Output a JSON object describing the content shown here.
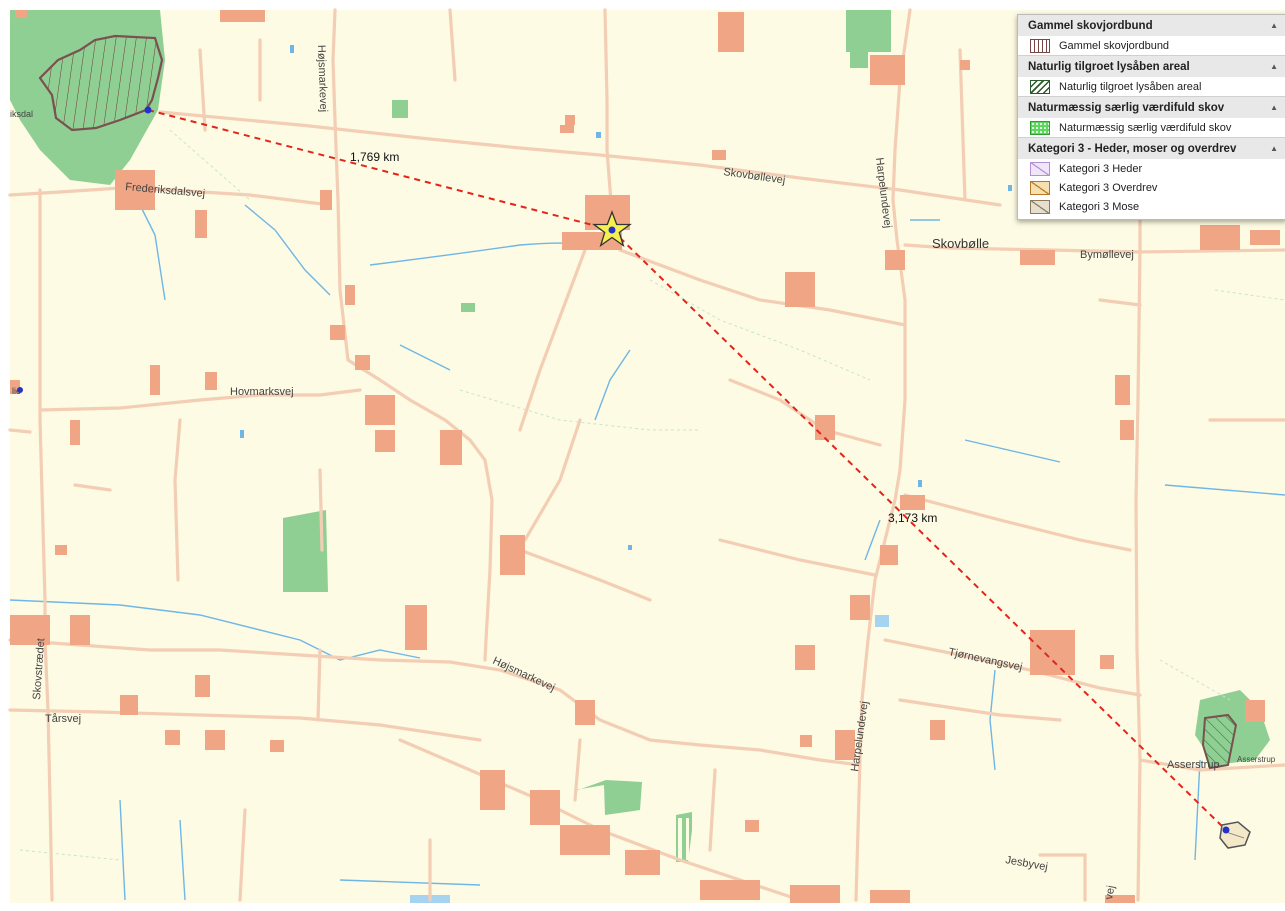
{
  "roads": {
    "hojsmarkevej_north": "Højsmarkevej",
    "skovbollevej": "Skovbøllevej",
    "frederiksdalsvej": "Frederiksdalsvej",
    "harpelundevej_north": "Harpelundevej",
    "bymollevej": "Bymøllevej",
    "hovmarksvej": "Hovmarksvej",
    "tjornevangsvej": "Tjørnevangsvej",
    "hojsmarkevej_south": "Højsmarkevej",
    "harpelundevej_south": "Harpelundevej",
    "skovstraedet": "Skovstrædet",
    "tarsvej": "Tårsvej",
    "jesbyvej": "Jesbyvej"
  },
  "places": {
    "skovbolle": "Skovbølle",
    "asserstrup": "Asserstrup",
    "asserstrup_small": "Asserstrup",
    "frederiksdal_partial": "iksdal",
    "partial_west": "lie",
    "partial_south": "vej"
  },
  "measure": {
    "segment1": "1,769 km",
    "segment2": "3,173 km"
  },
  "colors": {
    "background": "#fdfbe3",
    "road": "#f3cdb4",
    "building": "#f0a584",
    "forest": "#8fcf93",
    "water": "#6fb6e6",
    "measure_line": "#e3241b"
  },
  "legend": {
    "sections": [
      {
        "title": "Gammel skovjordbund",
        "items": [
          {
            "label": "Gammel skovjordbund"
          }
        ]
      },
      {
        "title": "Naturlig tilgroet lysåben areal",
        "items": [
          {
            "label": "Naturlig tilgroet lysåben areal"
          }
        ]
      },
      {
        "title": "Naturmæssig særlig værdifuld skov",
        "items": [
          {
            "label": "Naturmæssig særlig værdifuld skov"
          }
        ]
      },
      {
        "title": "Kategori 3 - Heder, moser og overdrev",
        "items": [
          {
            "label": "Kategori 3 Heder"
          },
          {
            "label": "Kategori 3 Overdrev"
          },
          {
            "label": "Kategori 3 Mose"
          }
        ]
      }
    ],
    "toggle_glyph": "▲"
  }
}
